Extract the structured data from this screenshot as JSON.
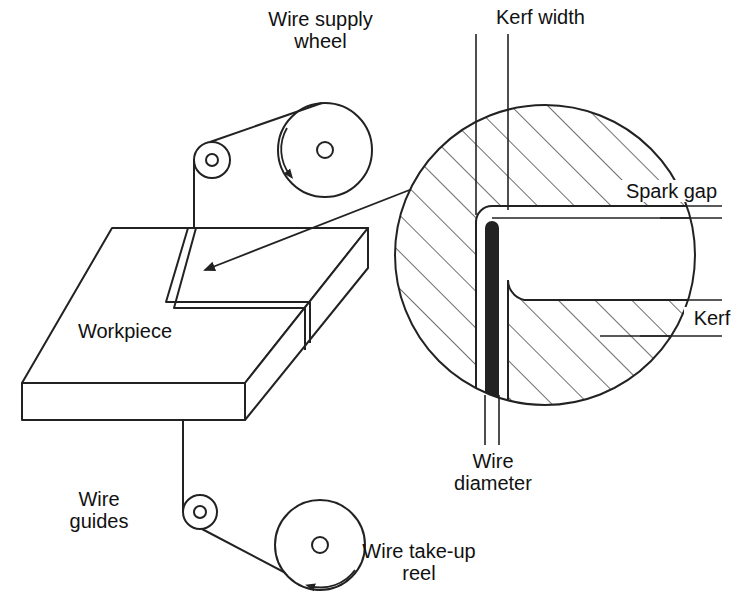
{
  "diagram": {
    "labels": [
      "Kerf width",
      "Wire supply wheel",
      "Spark gap",
      "Workpiece",
      "Kerf",
      "Wire diameter",
      "Wire guides",
      "Wire take-up reel"
    ]
  }
}
